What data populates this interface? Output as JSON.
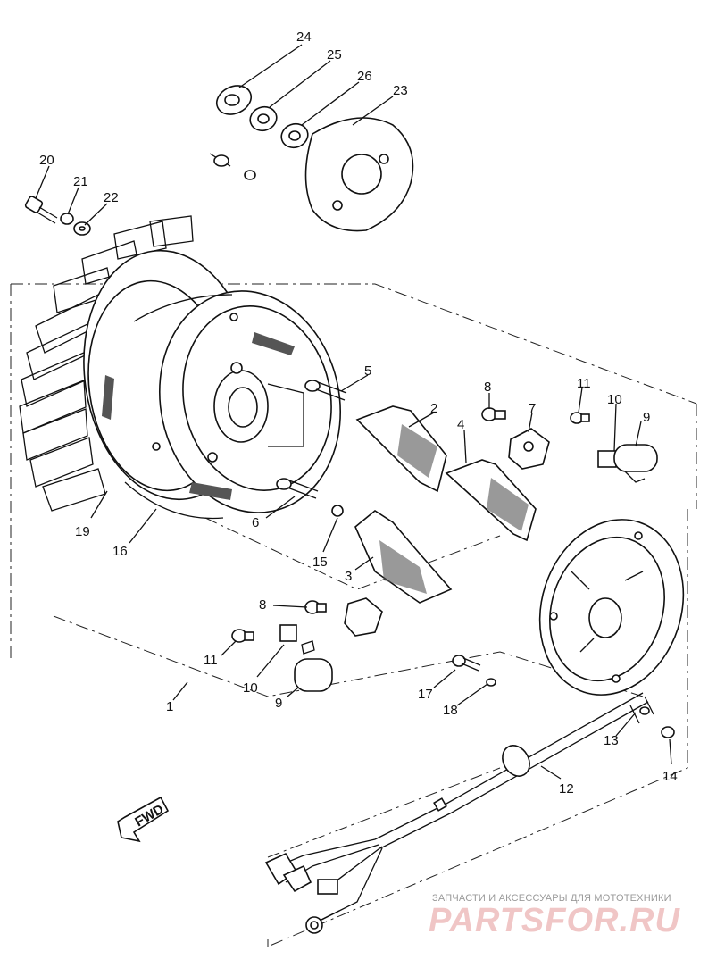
{
  "labels": {
    "l1": "1",
    "l2": "2",
    "l3": "3",
    "l4": "4",
    "l5": "5",
    "l6": "6",
    "l7": "7",
    "l8a": "8",
    "l8b": "8",
    "l9a": "9",
    "l9b": "9",
    "l10a": "10",
    "l10b": "10",
    "l11a": "11",
    "l11b": "11",
    "l12": "12",
    "l13": "13",
    "l14": "14",
    "l15": "15",
    "l16": "16",
    "l17": "17",
    "l18": "18",
    "l19": "19",
    "l20": "20",
    "l21": "21",
    "l22": "22",
    "l23": "23",
    "l24": "24",
    "l25": "25",
    "l26": "26"
  },
  "fwd_label": "FWD",
  "watermark": {
    "caption": "ЗАПЧАСТИ И АКСЕССУАРЫ ДЛЯ МОТОТЕХНИКИ",
    "logo": "PARTSFOR.RU"
  },
  "colors": {
    "ink": "#111111",
    "watermark": "#f0c6c6"
  }
}
